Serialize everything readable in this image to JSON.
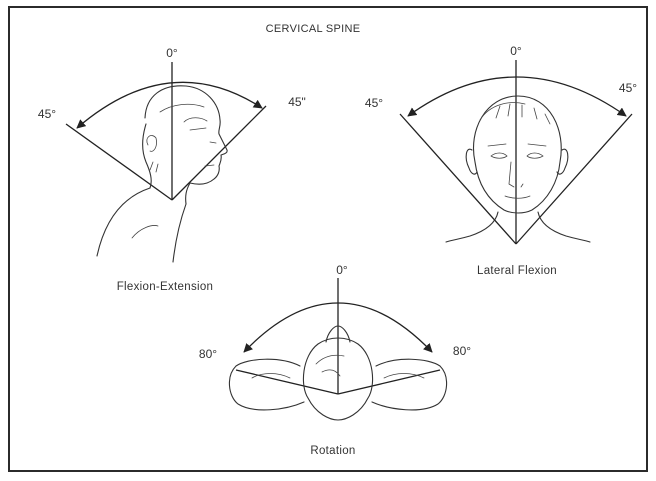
{
  "figure": {
    "title": "CERVICAL SPINE",
    "panels": [
      {
        "caption": "Flexion-Extension",
        "center_label": "0°",
        "left_label": "45°",
        "right_label": "45\""
      },
      {
        "caption": "Lateral Flexion",
        "center_label": "0°",
        "left_label": "45°",
        "right_label": "45°"
      },
      {
        "caption": "Rotation",
        "center_label": "0°",
        "left_label": "80°",
        "right_label": "80°"
      }
    ]
  },
  "colors": {
    "line": "#222222",
    "border": "#2b2b2b",
    "background": "#ffffff"
  }
}
